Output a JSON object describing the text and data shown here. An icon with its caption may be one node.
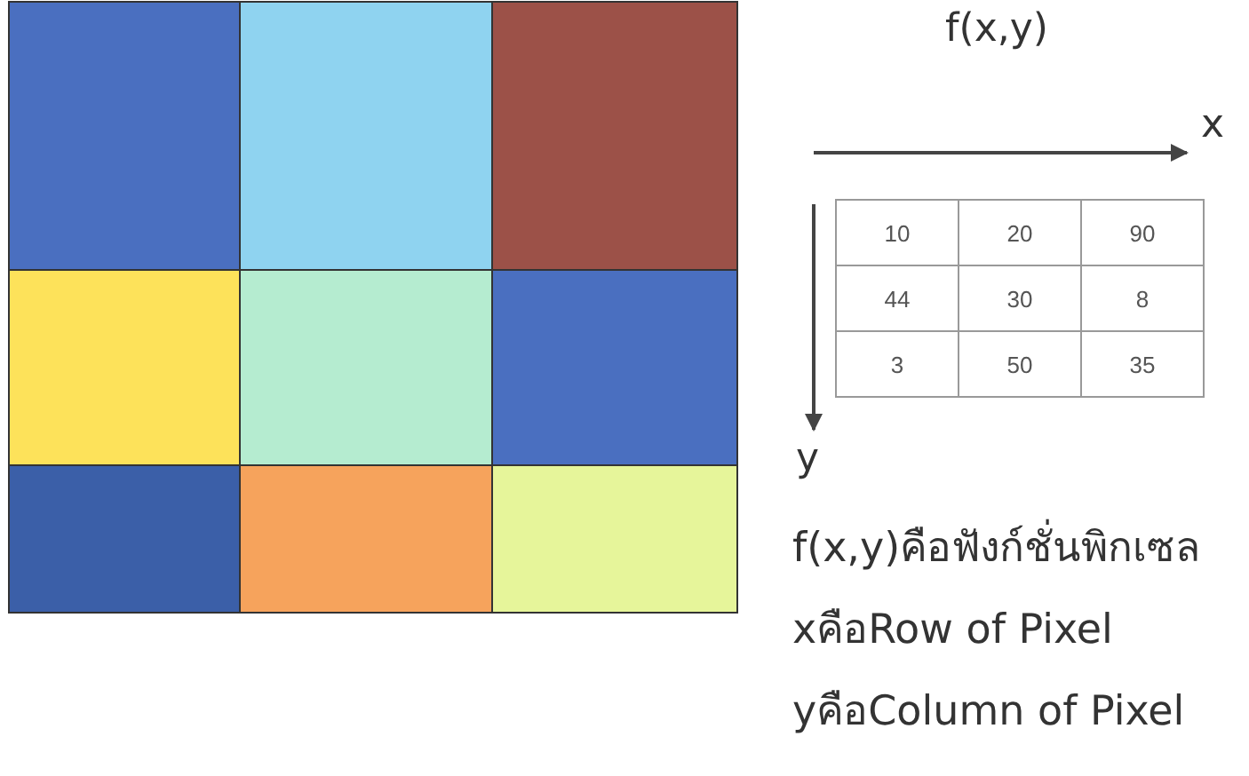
{
  "diagram": {
    "labels": [
      "f(x,y)",
      "x",
      "10",
      "20",
      "90",
      "44",
      "30",
      "8",
      "3",
      "50",
      "35",
      "y",
      "f(x,y)คือฟังก์ชั่นพิกเซล",
      "xคือRow of Pixel",
      "yคือColumn of Pixel"
    ]
  }
}
